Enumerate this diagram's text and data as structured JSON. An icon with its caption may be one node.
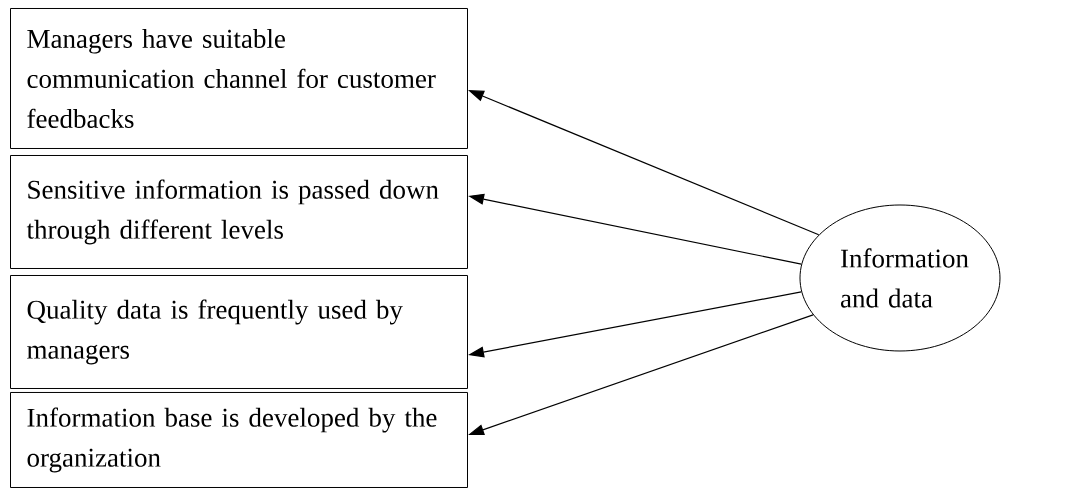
{
  "diagram": {
    "nodes": [
      {
        "text": [
          "Managers have suitable communication channel for customer feedbacks"
        ]
      },
      {
        "text": [
          "Sensitive information is passed down through different levels"
        ]
      },
      {
        "text": [
          "Quality data is frequently used by managers"
        ]
      },
      {
        "text": [
          "Information base is developed by the organization"
        ]
      },
      {
        "text": [
          "Information and data"
        ]
      }
    ],
    "edges": [
      {
        "from": 4,
        "to": 0,
        "arrow": "to"
      },
      {
        "from": 4,
        "to": 1,
        "arrow": "to"
      },
      {
        "from": 4,
        "to": 2,
        "arrow": "to"
      },
      {
        "from": 4,
        "to": 3,
        "arrow": "to"
      }
    ]
  }
}
